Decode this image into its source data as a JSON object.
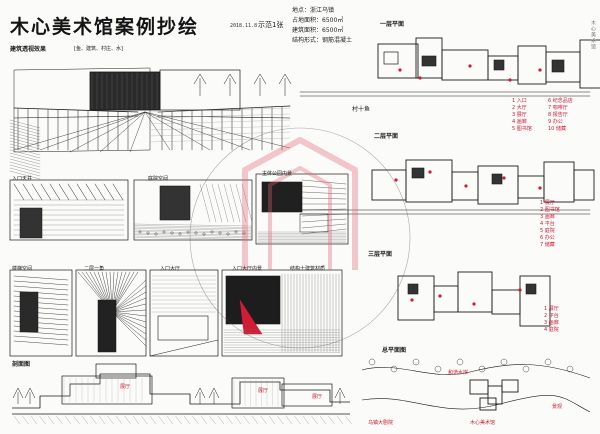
{
  "sheet": {
    "title": "木心美术馆案例抄绘",
    "date": "2018.11.8",
    "author": "示范1张",
    "info_lines": [
      "地点：浙江乌镇",
      "占地面积：6500㎡",
      "建筑面积：6500㎡",
      "结构形式：钢筋混凝土"
    ],
    "vertical_caption": "木心美术馆",
    "colors": {
      "ink": "#1a1a1a",
      "accent_red": "#d01c34",
      "watermark": "#e06070",
      "paper": "#fbfbf9"
    }
  },
  "sections": {
    "perspective_heading": "建筑透视效果",
    "perspective_tags": "[鱼、建筑、村庄、水]",
    "floor1_heading": "一层平面",
    "floor2_heading": "二层平面",
    "floor3_heading": "三层平面",
    "site_heading": "总平面图",
    "section_heading": "剖面图",
    "corridor_note": "村十鱼"
  },
  "vignettes": [
    {
      "label": "入口天井"
    },
    {
      "label": "庭院空间"
    },
    {
      "label": "主体公园内景"
    },
    {
      "label": "楼梯空间"
    },
    {
      "label": "二层一角"
    },
    {
      "label": "入口大厅"
    },
    {
      "label": "入口大厅内景"
    },
    {
      "label": "结构十建筑材质"
    }
  ],
  "floor_legends": {
    "floor1": [
      "1 入口",
      "2 大厅",
      "3 展厅",
      "4 画廊",
      "5 图书馆",
      "6 纪念品店",
      "7 咖啡厅",
      "8 报告厅",
      "9 办公",
      "10 储藏"
    ],
    "floor2": [
      "1 展厅",
      "2 图书馆",
      "3 画廊",
      "4 平台",
      "5 庭院",
      "6 办公",
      "7 储藏"
    ],
    "floor3": [
      "1 展厅",
      "2 平台",
      "3 画廊",
      "4 庭院"
    ]
  },
  "site_notes": [
    "和谐水岸",
    "景观",
    "乌镇大剧院",
    "木心美术馆"
  ],
  "section_notes": [
    "展厅",
    "展厅",
    "展厅"
  ]
}
